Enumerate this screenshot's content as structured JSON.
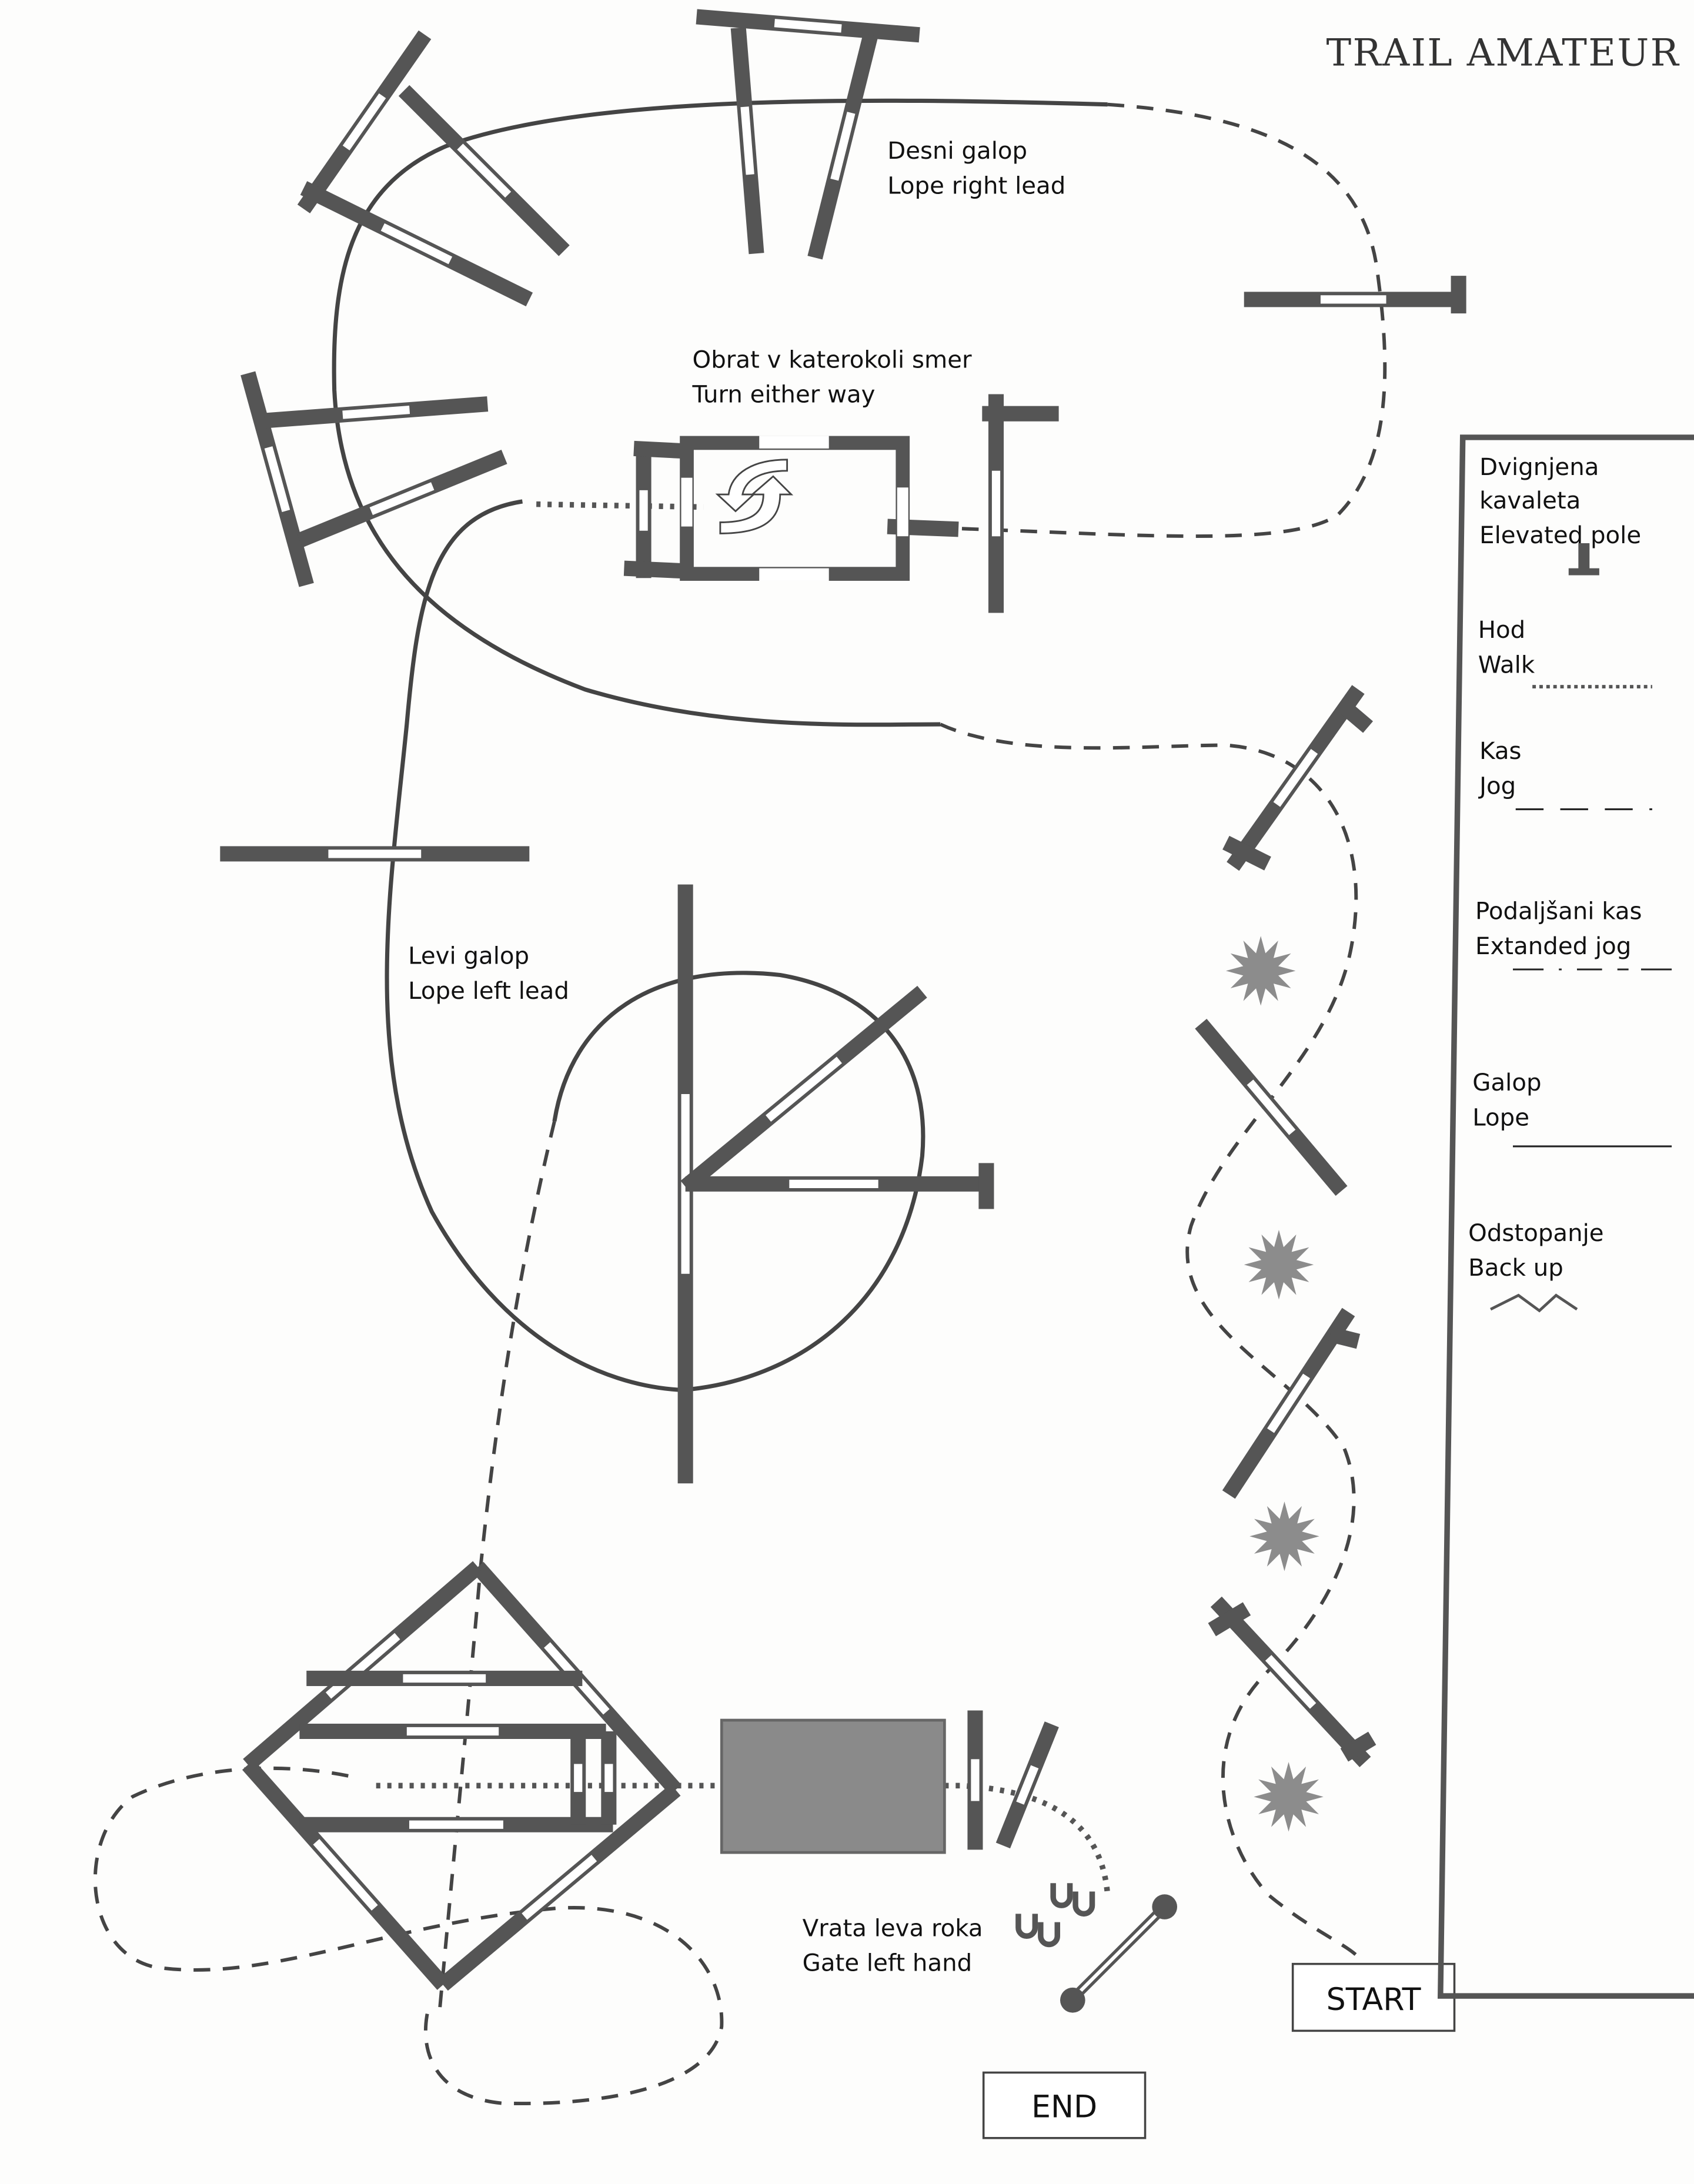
{
  "title": "TRAIL AMATEUR",
  "labels": {
    "right_lead_sl": "Desni galop",
    "right_lead_en": "Lope right lead",
    "turn_sl": "Obrat v katerokoli smer",
    "turn_en": "Turn either way",
    "left_lead_sl": "Levi galop",
    "left_lead_en": "Lope left lead",
    "gate_sl": "Vrata leva roka",
    "gate_en": "Gate left hand",
    "start": "START",
    "end": "END"
  },
  "legend": [
    {
      "sl": "Dvignjena",
      "sl2": "kavaleta",
      "en": "Elevated pole",
      "symbol": "elevated-pole"
    },
    {
      "sl": "Hod",
      "en": "Walk",
      "symbol": "dotted-line"
    },
    {
      "sl": "Kas",
      "en": "Jog",
      "symbol": "dashed-line"
    },
    {
      "sl": "Podaljšani kas",
      "en": "Extanded jog",
      "symbol": "dash-dot-line"
    },
    {
      "sl": "Galop",
      "en": "Lope",
      "symbol": "solid-line"
    },
    {
      "sl": "Odstopanje",
      "en": "Back up",
      "symbol": "zigzag-line"
    }
  ],
  "colors": {
    "pole": "#555555",
    "line": "#444444",
    "water": "#8a8a8a",
    "bush": "#8c8c8c"
  }
}
